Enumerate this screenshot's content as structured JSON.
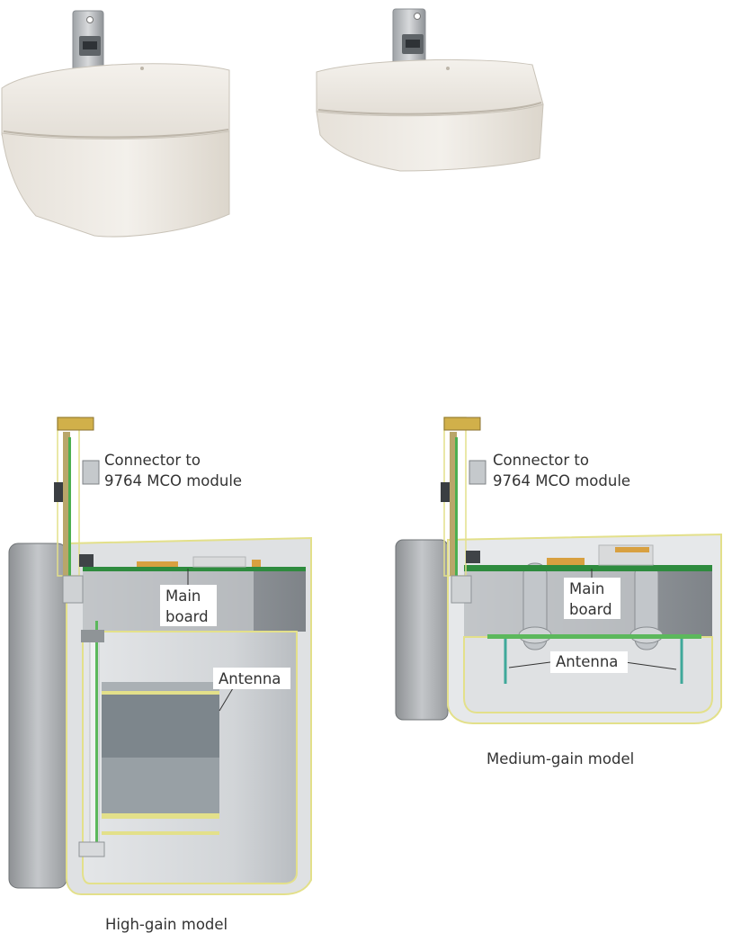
{
  "labels": {
    "connector_line1": "Connector to",
    "connector_line2": "9764 MCO module",
    "main_line1": "Main",
    "main_line2": "board",
    "antenna": "Antenna"
  },
  "captions": {
    "high_gain": "High-gain model",
    "medium_gain": "Medium-gain model"
  }
}
